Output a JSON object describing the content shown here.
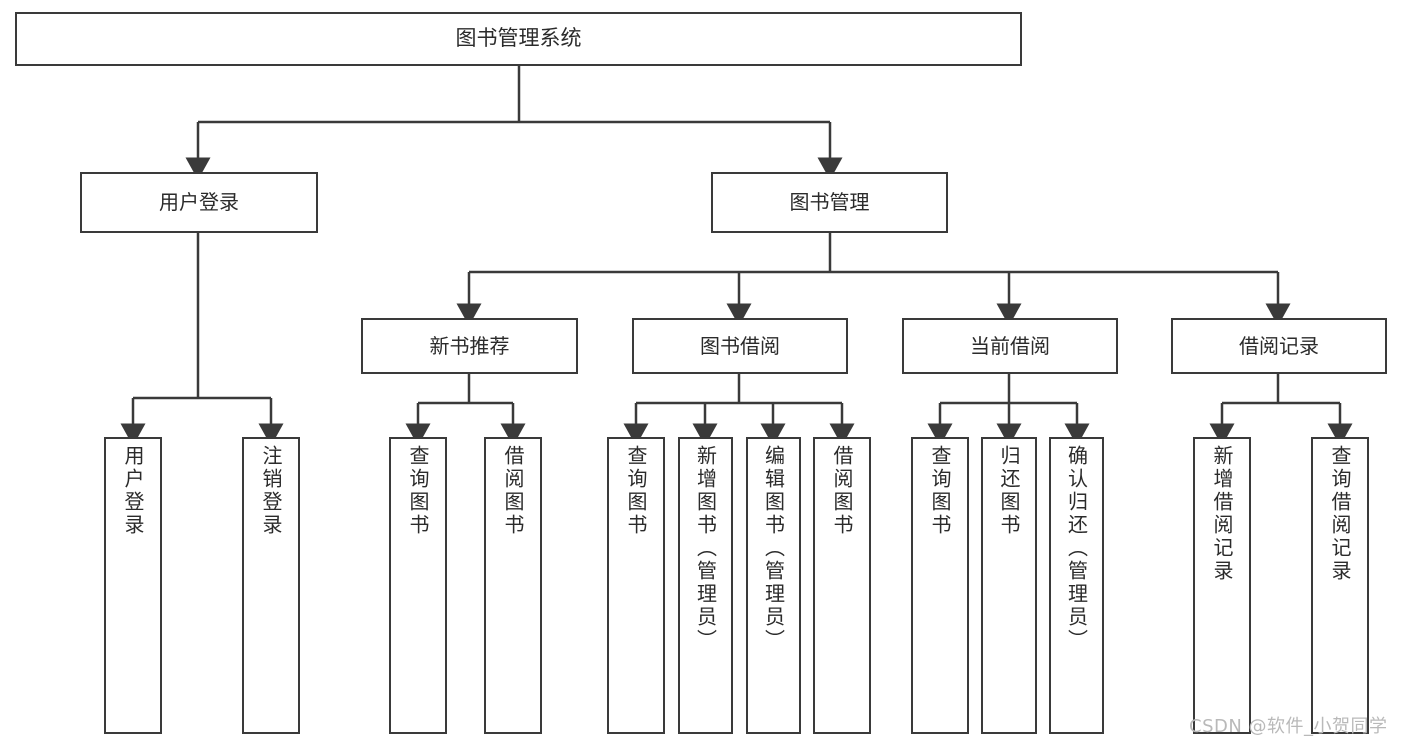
{
  "diagram": {
    "type": "hierarchy-tree",
    "title": "图书管理系统",
    "root": {
      "label": "图书管理系统"
    },
    "level1": [
      {
        "label": "用户登录"
      },
      {
        "label": "图书管理"
      }
    ],
    "level2": [
      {
        "label": "新书推荐"
      },
      {
        "label": "图书借阅"
      },
      {
        "label": "当前借阅"
      },
      {
        "label": "借阅记录"
      }
    ],
    "leaves": {
      "user_login": [
        {
          "label": "用户登录"
        },
        {
          "label": "注销登录"
        }
      ],
      "new_book_recommend": [
        {
          "label": "查询图书"
        },
        {
          "label": "借阅图书"
        }
      ],
      "book_borrow": [
        {
          "label": "查询图书"
        },
        {
          "label": "新增图书（管理员）"
        },
        {
          "label": "编辑图书（管理员）"
        },
        {
          "label": "借阅图书"
        }
      ],
      "current_borrow": [
        {
          "label": "查询图书"
        },
        {
          "label": "归还图书"
        },
        {
          "label": "确认归还（管理员）"
        }
      ],
      "borrow_record": [
        {
          "label": "新增借阅记录"
        },
        {
          "label": "查询借阅记录"
        }
      ]
    }
  },
  "watermark": {
    "text": "CSDN @软件_小贺同学"
  },
  "colors": {
    "stroke": "#3a3a3a",
    "text": "#2b2b2b",
    "background": "#ffffff",
    "watermark": "#b9b9b9"
  }
}
